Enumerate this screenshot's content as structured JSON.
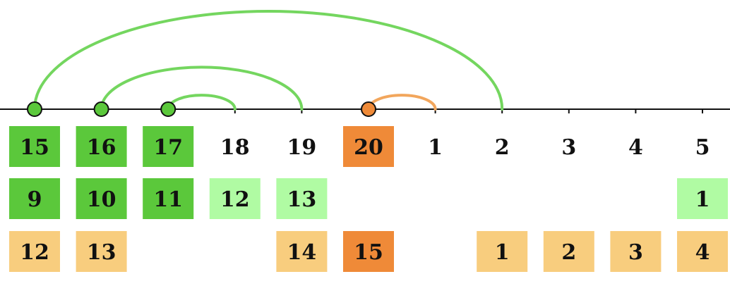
{
  "colors": {
    "axis": "#111111",
    "dark_green": "#5bc83b",
    "light_green": "#b0fba3",
    "orange": "#ef8a38",
    "light_orange": "#f8cd7e",
    "arc_green": "#74d65f",
    "arc_orange": "#f2a65c",
    "text": "#111111"
  },
  "positions": [
    {
      "label": "15",
      "style": "dark_green"
    },
    {
      "label": "16",
      "style": "dark_green"
    },
    {
      "label": "17",
      "style": "dark_green"
    },
    {
      "label": "18",
      "style": "none"
    },
    {
      "label": "19",
      "style": "none"
    },
    {
      "label": "20",
      "style": "orange"
    },
    {
      "label": "1",
      "style": "none"
    },
    {
      "label": "2",
      "style": "none"
    },
    {
      "label": "3",
      "style": "none"
    },
    {
      "label": "4",
      "style": "none"
    },
    {
      "label": "5",
      "style": "none"
    }
  ],
  "rows": [
    {
      "cells": [
        {
          "index": 0,
          "label": "9",
          "style": "dark_green"
        },
        {
          "index": 1,
          "label": "10",
          "style": "dark_green"
        },
        {
          "index": 2,
          "label": "11",
          "style": "dark_green"
        },
        {
          "index": 3,
          "label": "12",
          "style": "light_green"
        },
        {
          "index": 4,
          "label": "13",
          "style": "light_green"
        },
        {
          "index": 10,
          "label": "1",
          "style": "light_green"
        }
      ]
    },
    {
      "cells": [
        {
          "index": 0,
          "label": "12",
          "style": "light_orange"
        },
        {
          "index": 1,
          "label": "13",
          "style": "light_orange"
        },
        {
          "index": 4,
          "label": "14",
          "style": "light_orange"
        },
        {
          "index": 5,
          "label": "15",
          "style": "orange"
        },
        {
          "index": 7,
          "label": "1",
          "style": "light_orange"
        },
        {
          "index": 8,
          "label": "2",
          "style": "light_orange"
        },
        {
          "index": 9,
          "label": "3",
          "style": "light_orange"
        },
        {
          "index": 10,
          "label": "4",
          "style": "light_orange"
        }
      ]
    }
  ],
  "arcs": [
    {
      "from": 0,
      "to": 7,
      "color": "arc_green"
    },
    {
      "from": 1,
      "to": 4,
      "color": "arc_green"
    },
    {
      "from": 2,
      "to": 3,
      "color": "arc_green"
    },
    {
      "from": 5,
      "to": 6,
      "color": "arc_orange"
    }
  ],
  "nodes": [
    {
      "index": 0,
      "color": "dark_green"
    },
    {
      "index": 1,
      "color": "dark_green"
    },
    {
      "index": 2,
      "color": "dark_green"
    },
    {
      "index": 5,
      "color": "orange"
    }
  ]
}
